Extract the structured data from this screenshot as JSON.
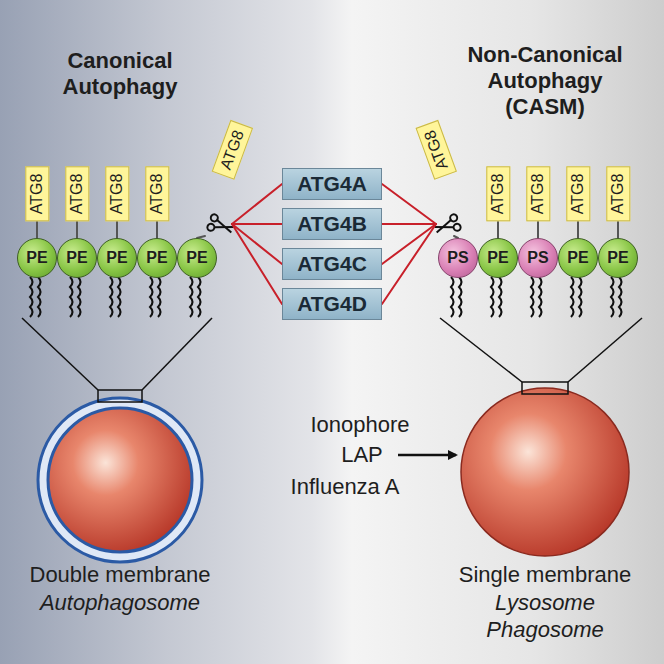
{
  "diagram": {
    "nodes": [
      {
        "text": [
          "ATG8"
        ]
      },
      {
        "text": [
          "ATG8"
        ]
      },
      {
        "text": [
          "ATG8"
        ]
      },
      {
        "text": [
          "ATG8"
        ]
      },
      {
        "text": [
          "ATG8"
        ]
      },
      {
        "text": [
          "ATG4A"
        ]
      },
      {
        "text": [
          "ATG4B"
        ]
      },
      {
        "text": [
          "ATG4C"
        ]
      },
      {
        "text": [
          "ATG4D"
        ]
      },
      {
        "text": [
          "ATG8"
        ]
      },
      {
        "text": [
          "ATG8"
        ]
      },
      {
        "text": [
          "ATG8"
        ]
      },
      {
        "text": [
          "ATG8"
        ]
      },
      {
        "text": [
          "ATG8"
        ]
      },
      {
        "text": [
          "PE"
        ]
      },
      {
        "text": [
          "PE"
        ]
      },
      {
        "text": [
          "PE"
        ]
      },
      {
        "text": [
          "PE"
        ]
      },
      {
        "text": [
          "PE"
        ]
      },
      {
        "text": [
          "PS"
        ]
      },
      {
        "text": [
          "PE"
        ]
      },
      {
        "text": [
          "PS"
        ]
      },
      {
        "text": [
          "PE"
        ]
      },
      {
        "text": [
          "PE"
        ]
      }
    ],
    "labels": [
      "Canonical Autophagy",
      "Non-Canonical Autophagy (CASM)",
      "Ionophore",
      "LAP",
      "Influenza A",
      "Double membrane",
      "Autophagosome",
      "Single membrane",
      "Lysosome",
      "Phagosome"
    ]
  }
}
